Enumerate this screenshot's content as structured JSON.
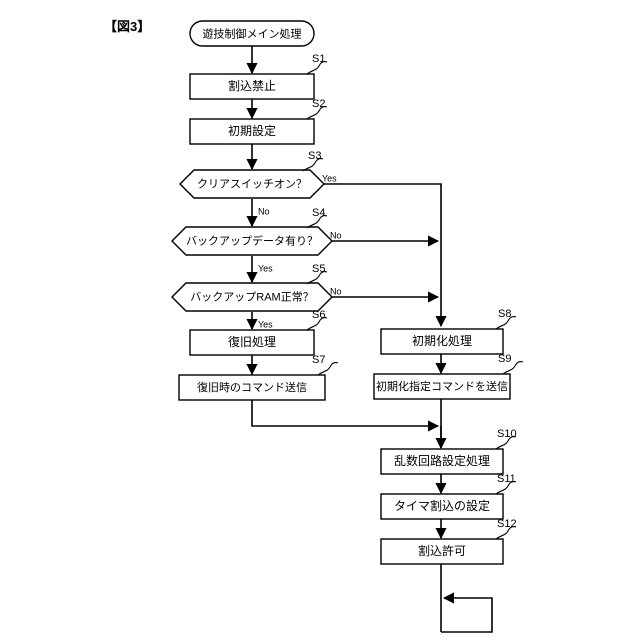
{
  "figure": {
    "label": "【図3】",
    "type": "flowchart",
    "language": "ja"
  },
  "nodes": {
    "start": {
      "id": "start",
      "shape": "terminator",
      "text": "遊技制御メイン処理",
      "tag": ""
    },
    "s1": {
      "id": "S1",
      "shape": "process",
      "text": "割込禁止",
      "tag": "S1"
    },
    "s2": {
      "id": "S2",
      "shape": "process",
      "text": "初期設定",
      "tag": "S2"
    },
    "s3": {
      "id": "S3",
      "shape": "decision",
      "text": "クリアスイッチオン？",
      "tag": "S3"
    },
    "s4": {
      "id": "S4",
      "shape": "decision",
      "text": "バックアップデータ有り？",
      "tag": "S4"
    },
    "s5": {
      "id": "S5",
      "shape": "decision",
      "text": "バックアップRAM正常？",
      "tag": "S5"
    },
    "s6": {
      "id": "S6",
      "shape": "process",
      "text": "復旧処理",
      "tag": "S6"
    },
    "s7": {
      "id": "S7",
      "shape": "process",
      "text": "復旧時のコマンド送信",
      "tag": "S7"
    },
    "s8": {
      "id": "S8",
      "shape": "process",
      "text": "初期化処理",
      "tag": "S8"
    },
    "s9": {
      "id": "S9",
      "shape": "process",
      "text": "初期化指定コマンドを送信",
      "tag": "S9"
    },
    "s10": {
      "id": "S10",
      "shape": "process",
      "text": "乱数回路設定処理",
      "tag": "S10"
    },
    "s11": {
      "id": "S11",
      "shape": "process",
      "text": "タイマ割込の設定",
      "tag": "S11"
    },
    "s12": {
      "id": "S12",
      "shape": "process",
      "text": "割込許可",
      "tag": "S12"
    }
  },
  "branches": {
    "s3_yes": "Yes",
    "s3_no": "No",
    "s4_no": "No",
    "s4_yes": "Yes",
    "s5_no": "No",
    "s5_yes": "Yes"
  },
  "colors": {
    "stroke": "#000000",
    "fill": "#ffffff",
    "background": "#ffffff"
  }
}
